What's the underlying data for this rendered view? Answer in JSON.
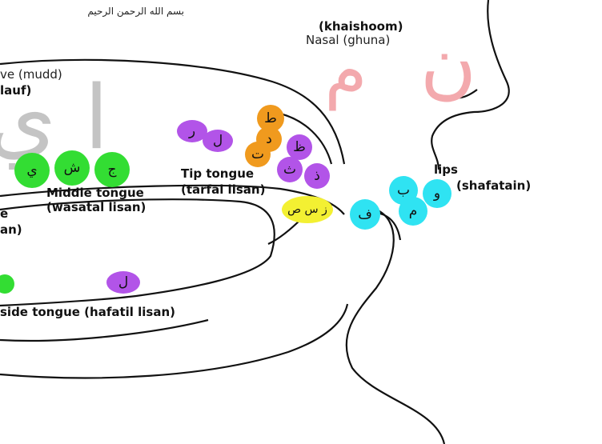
{
  "header": {
    "basmala": "بسم الله الرحمن الرحيم"
  },
  "labels": {
    "khaishoom": "(khaishoom)",
    "nasal": "Nasal (ghuna)",
    "mudd_fragment": "ve (mudd)",
    "jawf_fragment": "lauf)",
    "tip_tongue": "Tip tongue",
    "tarfal_lisan": "(tarfal lisan)",
    "middle_tongue": "Middle tongue",
    "wasatal_lisan": "(wasatal lisan)",
    "left_e": "e",
    "left_an": "an)",
    "side_tongue": "side tongue (hafatil lisan)",
    "lips": "lips",
    "shafatain": "(shafatain)"
  },
  "big_letters": {
    "nasal_letters": [
      "م",
      "ن"
    ],
    "mudd_letters": "ا ي"
  },
  "letter_groups": {
    "middle_tongue": [
      "ي",
      "ش",
      "ج"
    ],
    "tip_orange": [
      "ط",
      "د",
      "ت"
    ],
    "tip_purple_left": [
      "ر",
      "ل"
    ],
    "tip_purple_right": [
      "ظ",
      "ث",
      "ذ"
    ],
    "sibilant_yellow": "ز س ص",
    "lips_cyan": [
      "ب",
      "و",
      "م",
      "ف"
    ],
    "side_tongue": [
      "ل"
    ]
  },
  "colors": {
    "green": "#33dd33",
    "orange": "#f09a1e",
    "purple": "#b254e8",
    "yellow": "#f3f032",
    "cyan": "#2fe3f2",
    "pink": "#f3a9ad",
    "gray": "#c4c4c4",
    "line": "#111111"
  }
}
